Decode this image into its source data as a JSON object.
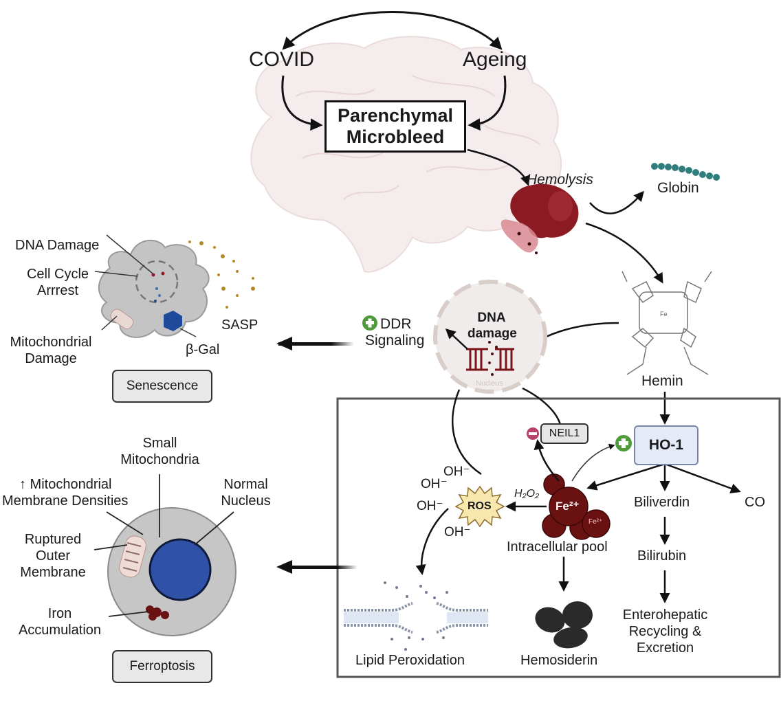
{
  "diagram": {
    "top": {
      "covid": "COVID",
      "ageing": "Ageing",
      "microbleed_line1": "Parenchymal",
      "microbleed_line2": "Microbleed"
    },
    "hemolysis": {
      "label": "Hemolysis",
      "globin": "Globin",
      "hemin": "Hemin"
    },
    "nucleus": {
      "dna_damage_line1": "DNA",
      "dna_damage_line2": "damage",
      "nucleus_label": "Nucleus",
      "ddr_line1": "DDR",
      "ddr_line2": "Signaling"
    },
    "senescence": {
      "title": "Senescence",
      "dna_damage": "DNA Damage",
      "cell_cycle_line1": "Cell Cycle",
      "cell_cycle_line2": "Arrrest",
      "mito_line1": "Mitochondrial",
      "mito_line2": "Damage",
      "beta_gal": "β-Gal",
      "sasp": "SASP"
    },
    "ferroptosis": {
      "title": "Ferroptosis",
      "small_mito_line1": "Small",
      "small_mito_line2": "Mitochondria",
      "densities_line1": "↑ Mitochondrial",
      "densities_line2": "Membrane Densities",
      "normal_nucleus_line1": "Normal",
      "normal_nucleus_line2": "Nucleus",
      "ruptured_line1": "Ruptured",
      "ruptured_line2": "Outer",
      "ruptured_line3": "Membrane",
      "iron_line1": "Iron",
      "iron_line2": "Accumulation"
    },
    "iron_pathway": {
      "neil1": "NEIL1",
      "ho1": "HO-1",
      "fe_main": "Fe²⁺",
      "fe_small": "Fe²⁺",
      "pool": "Intracellular pool",
      "h2o2": "H₂O₂",
      "ros": "ROS",
      "oh": "OH⁻",
      "biliverdin": "Biliverdin",
      "co": "CO",
      "bilirubin": "Bilirubin",
      "entero_line1": "Enterohepatic",
      "entero_line2": "Recycling &",
      "entero_line3": "Excretion",
      "lipid": "Lipid Peroxidation",
      "hemosiderin": "Hemosiderin"
    },
    "colors": {
      "blood": "#8b1a22",
      "iron": "#6a1212",
      "plus": "#4f9a3b",
      "minus": "#b9426a",
      "nucleus_blue": "#2f52a8",
      "ros_fill": "#f8e8b0",
      "globin": "#2f7d7c",
      "cell_gray": "#c4c4c4"
    }
  }
}
